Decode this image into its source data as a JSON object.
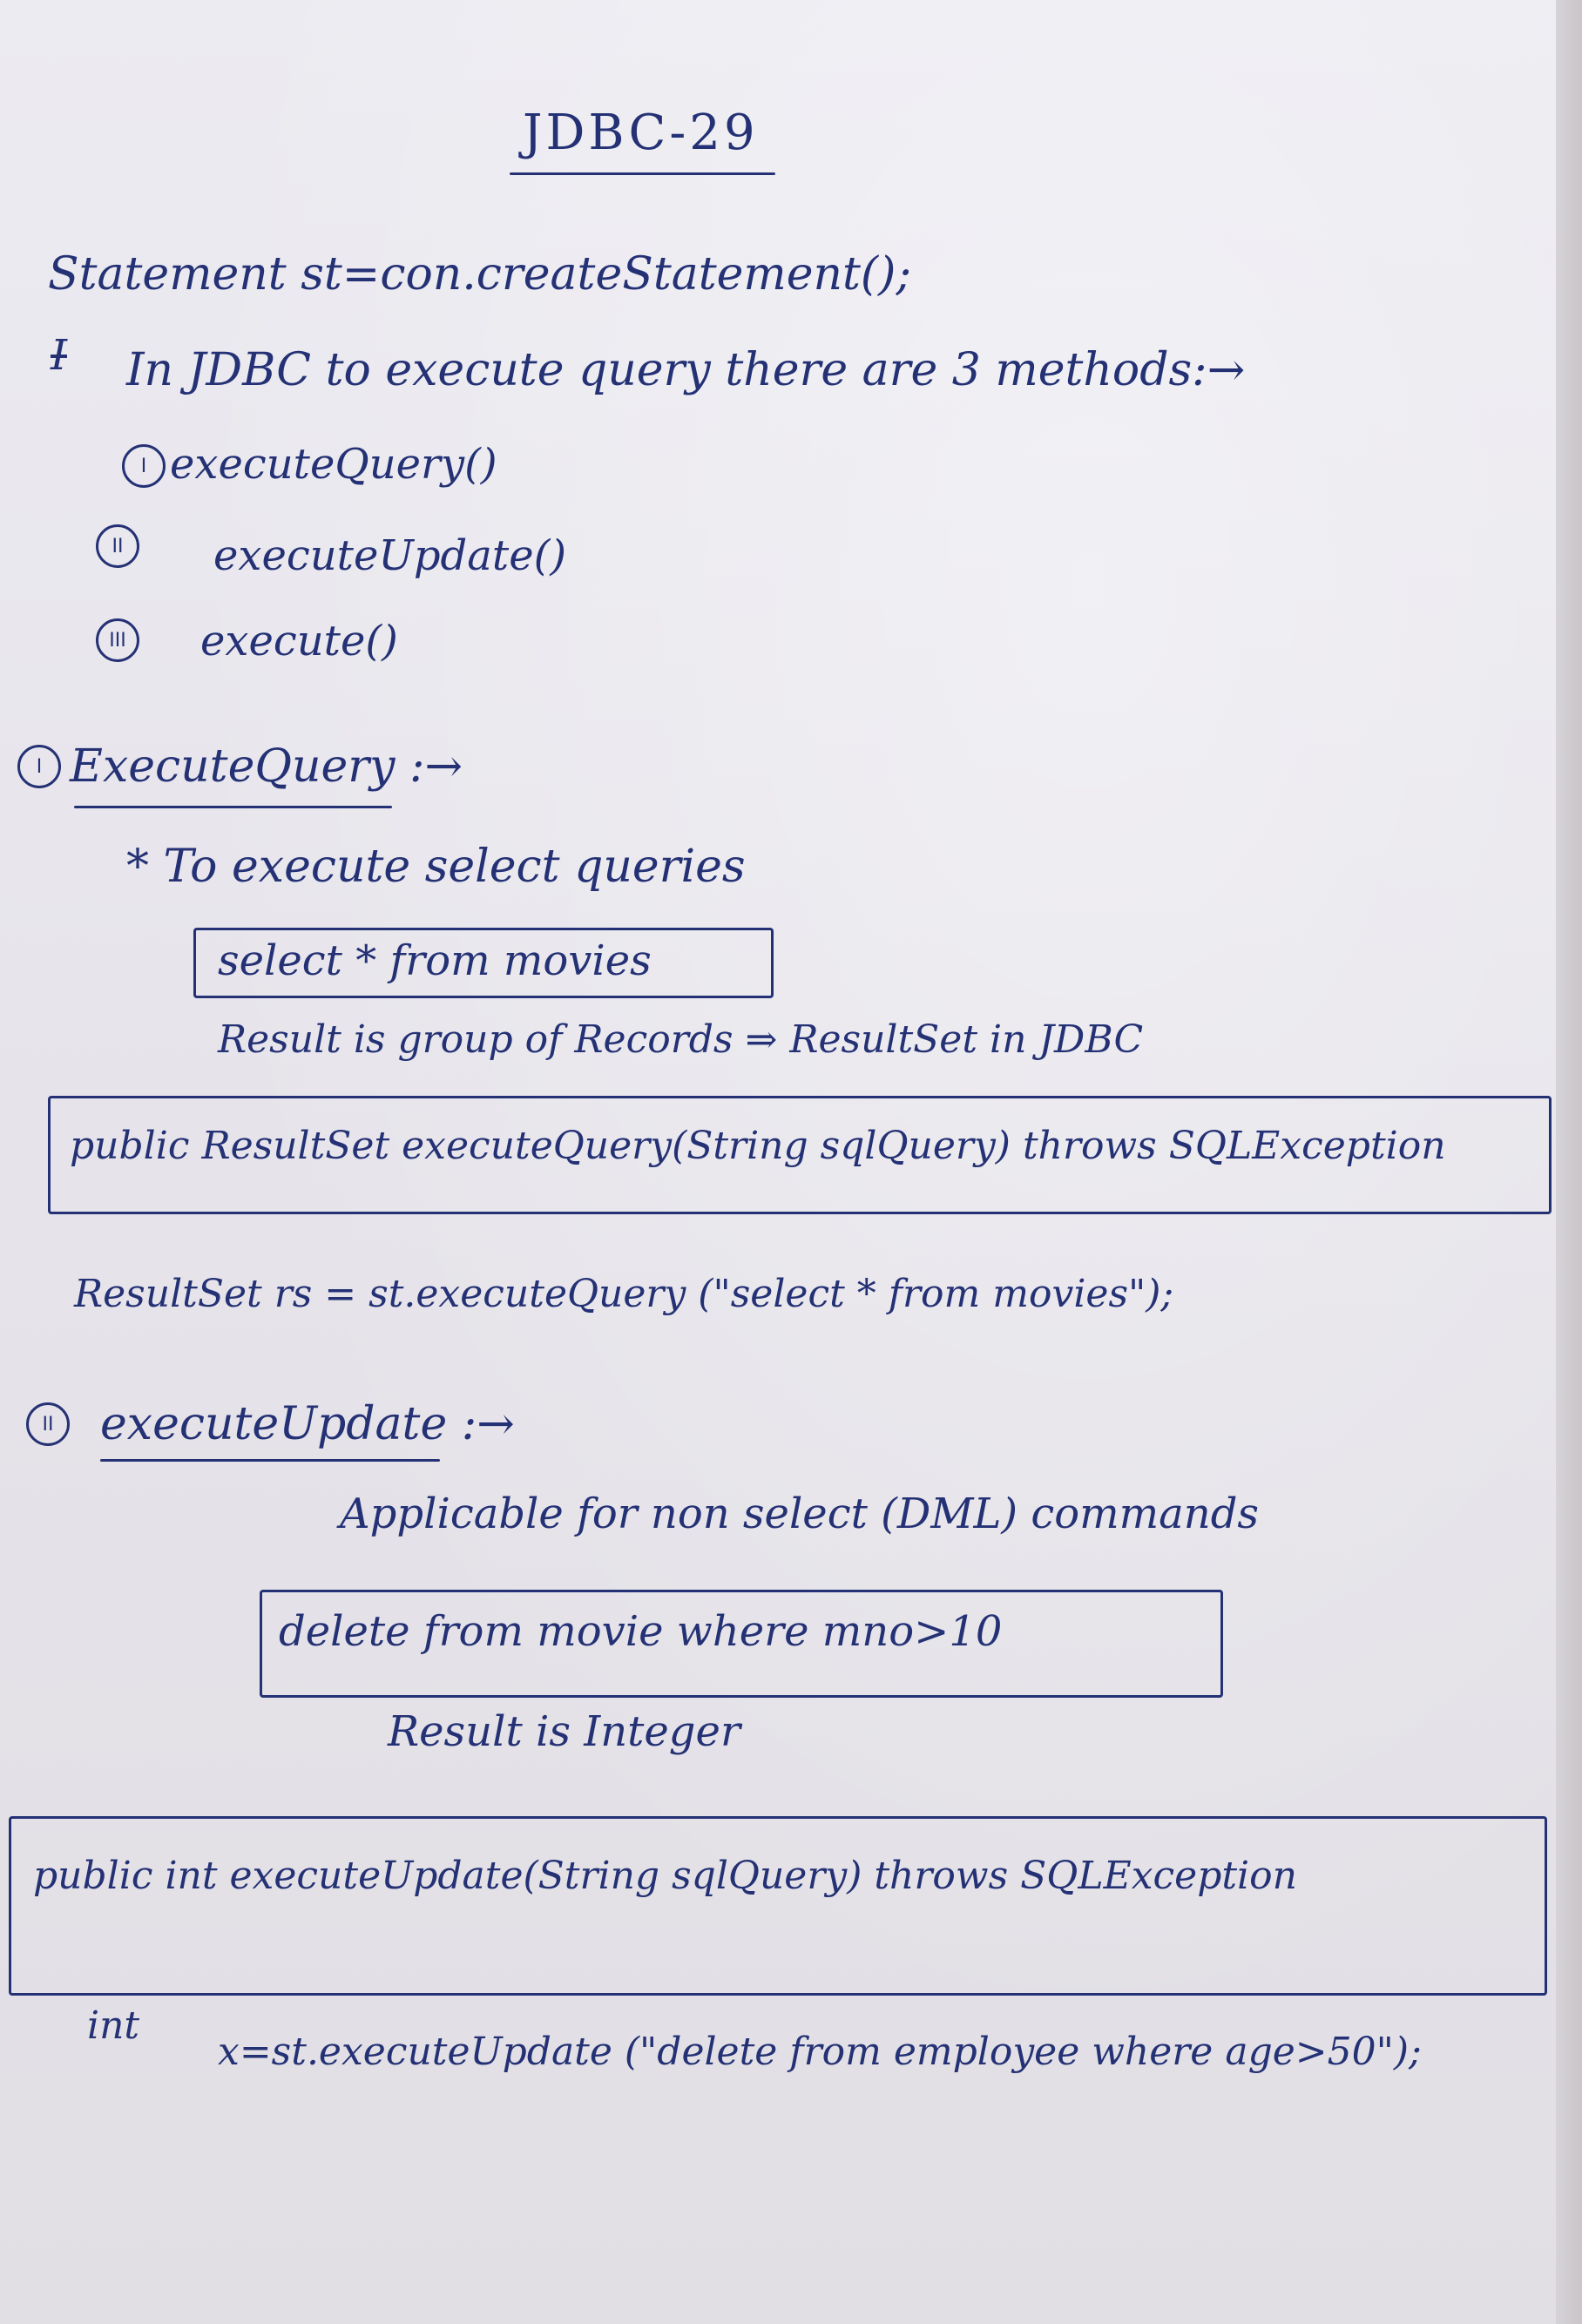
{
  "page": {
    "title": "JDBC-29",
    "line_statement": "Statement  st=con.createStatement();",
    "line_intro_mark": "I",
    "line_intro": "In JDBC to execute query there are 3 methods:→",
    "methods": [
      {
        "num": "I",
        "label": "executeQuery()"
      },
      {
        "num": "II",
        "label": "executeUpdate()"
      },
      {
        "num": "III",
        "label": "execute()"
      }
    ],
    "section1": {
      "num": "I",
      "heading": "ExecuteQuery :→",
      "bullet": "* To execute select queries",
      "query_box": "select * from movies",
      "result": "Result is group of Records ⇒ ResultSet in JDBC",
      "signature": "public ResultSet executeQuery(String sqlQuery) throws SQLException",
      "example": "ResultSet  rs = st.executeQuery (\"select * from movies\");"
    },
    "section2": {
      "num": "II",
      "heading": "executeUpdate :→",
      "applicable": "Applicable for non select (DML) commands",
      "query_box": "delete from movie  where  mno>10",
      "result": "Result is  Integer",
      "signature": "public int  executeUpdate(String  sqlQuery)  throws  SQLException",
      "example_type": "int",
      "example": "x=st.executeUpdate (\"delete from employee where age>50\");"
    }
  }
}
